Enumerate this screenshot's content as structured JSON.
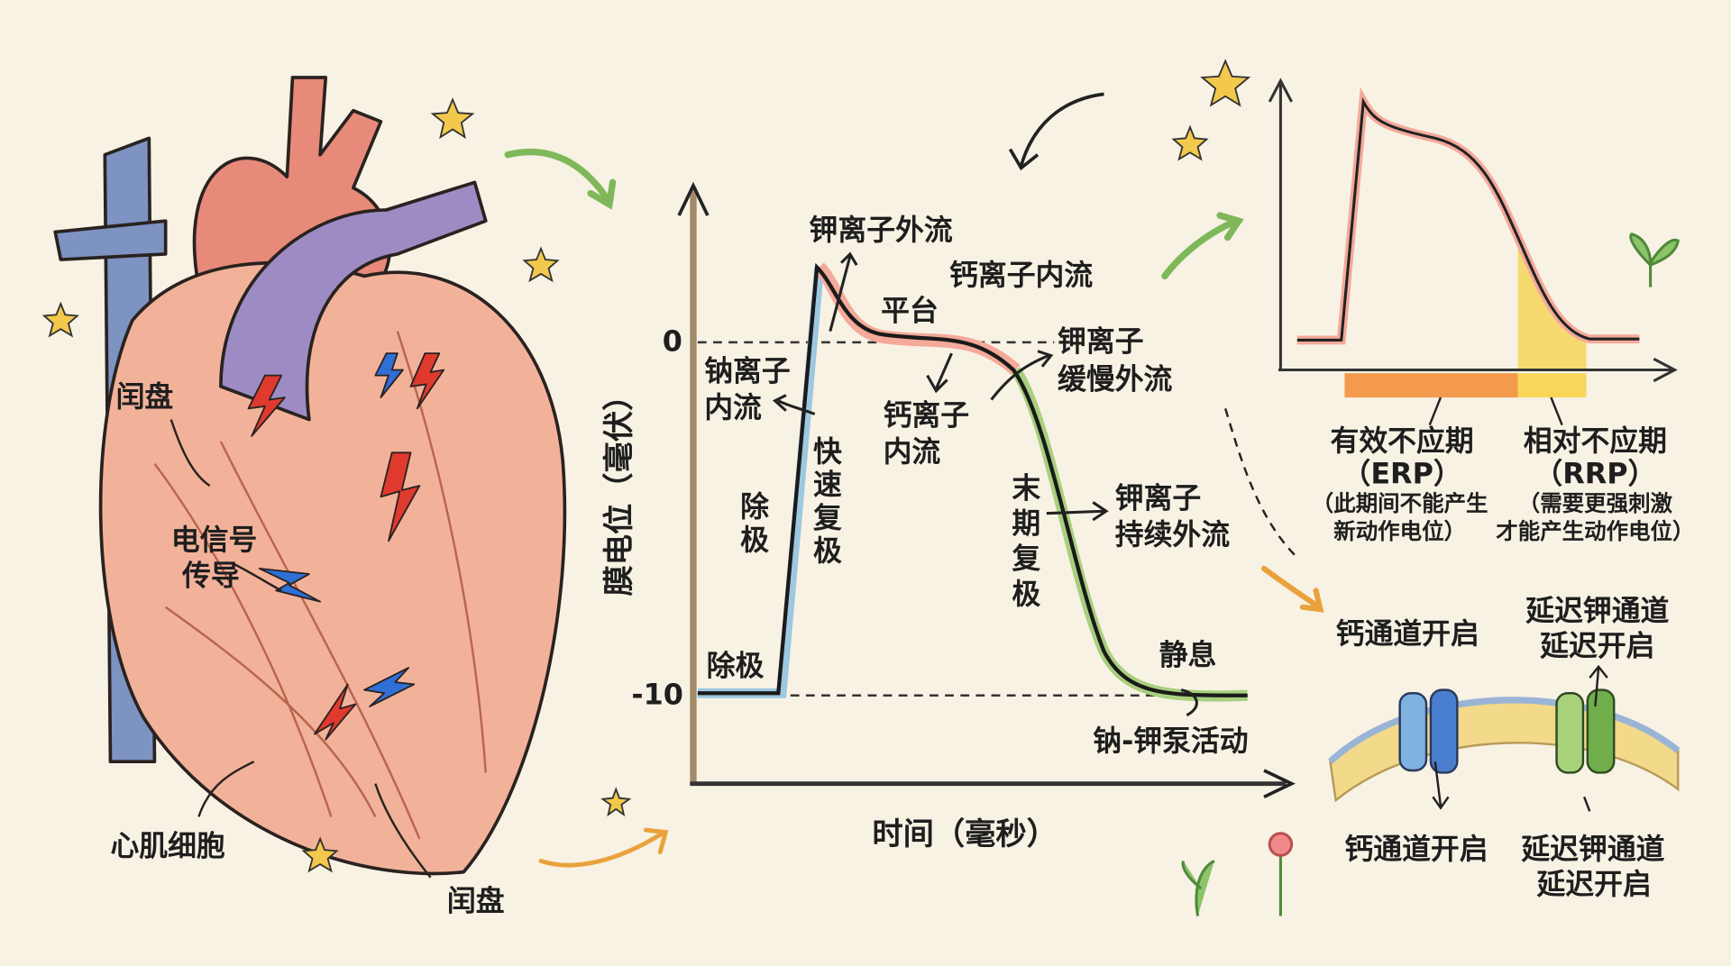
{
  "heart": {
    "labels": {
      "intercalated_disc_1": "闰盘",
      "signal_line1": "电信号",
      "signal_line2": "传导",
      "cardiomyocyte": "心肌细胞",
      "intercalated_disc_2": "闰盘"
    }
  },
  "action_potential": {
    "y_axis_label": "膜电位（毫伏）",
    "x_axis_label": "时间（毫秒）",
    "y_ticks": [
      "0",
      "-10"
    ],
    "annotations": {
      "k_efflux": "钾离子外流",
      "ca_influx_top": "钙离子内流",
      "plateau": "平台",
      "k_slow_1": "钾离子",
      "k_slow_2": "缓慢外流",
      "na_influx_1": "钠离子",
      "na_influx_2": "内流",
      "ca_influx_1": "钙离子",
      "ca_influx_2": "内流",
      "depol_vertical": "除极",
      "fast_repol": "快速复极",
      "late_repol": "末期复极",
      "k_sustained_1": "钾离子",
      "k_sustained_2": "持续外流",
      "depol_bottom": "除极",
      "rest": "静息",
      "na_k_pump": "钠-钾泵活动"
    },
    "colors": {
      "depolarization": "#9cc8e0",
      "plateau": "#f4a99a",
      "repolarization": "#a8cf7e"
    }
  },
  "refractory": {
    "erp_title": "有效不应期",
    "erp_abbr": "（ERP）",
    "erp_desc1": "（此期间不能产生",
    "erp_desc2": "新动作电位）",
    "rrp_title": "相对不应期",
    "rrp_abbr": "（RRP）",
    "rrp_desc1": "（需要更强刺激",
    "rrp_desc2": "才能产生动作电位）",
    "colors": {
      "erp": "#f39a4c",
      "rrp": "#f7d65a"
    }
  },
  "channels": {
    "ca_open_top": "钙通道开启",
    "k_delay_top1": "延迟钾通道",
    "k_delay_top2": "延迟开启",
    "ca_open_bottom": "钙通道开启",
    "k_delay_bottom1": "延迟钾通道",
    "k_delay_bottom2": "延迟开启"
  }
}
